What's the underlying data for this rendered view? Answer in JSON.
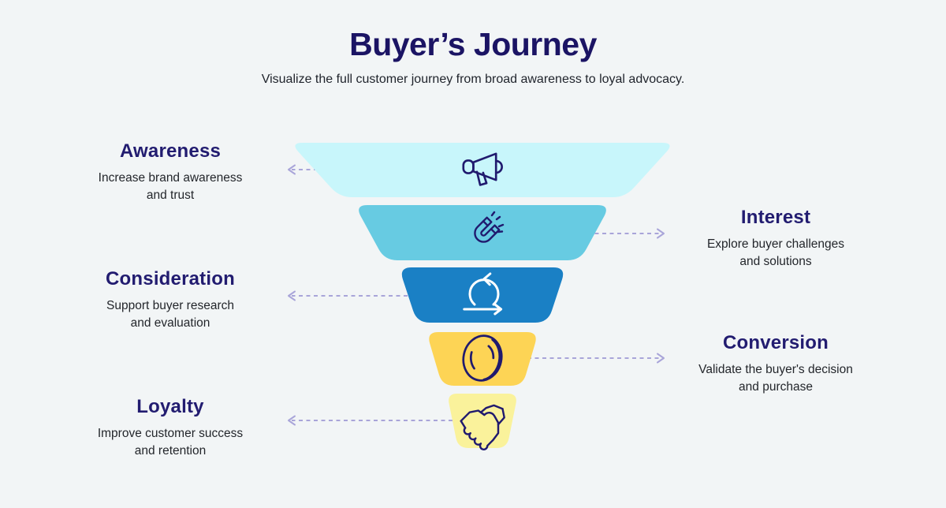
{
  "header": {
    "title": "Buyer’s Journey",
    "subtitle": "Visualize the full customer journey from broad awareness to loyal advocacy."
  },
  "colors": {
    "background": "#F2F5F6",
    "title_text": "#1B1464",
    "heading_text": "#221C70",
    "body_text": "#23262B",
    "arrow": "#A9A5D9",
    "icon_stroke": "#201A6E",
    "icon_stroke_on_dark": "#FFFFFF"
  },
  "funnel": {
    "type": "funnel",
    "stages": [
      {
        "name": "Awareness",
        "desc_line1": "Increase brand awareness",
        "desc_line2": "and trust",
        "color": "#C8F6FB",
        "icon": "megaphone-icon",
        "label_side": "left"
      },
      {
        "name": "Interest",
        "desc_line1": "Explore buyer challenges",
        "desc_line2": "and solutions",
        "color": "#67CBE2",
        "icon": "magnet-icon",
        "label_side": "right"
      },
      {
        "name": "Consideration",
        "desc_line1": "Support buyer research",
        "desc_line2": "and evaluation",
        "color": "#1A80C5",
        "icon": "cycle-icon",
        "label_side": "left"
      },
      {
        "name": "Conversion",
        "desc_line1": "Validate the buyer's decision",
        "desc_line2": "and purchase",
        "color": "#FDD455",
        "icon": "coin-icon",
        "label_side": "right"
      },
      {
        "name": "Loyalty",
        "desc_line1": "Improve customer success",
        "desc_line2": "and retention",
        "color": "#FAF29B",
        "icon": "handshake-icon",
        "label_side": "left"
      }
    ]
  }
}
